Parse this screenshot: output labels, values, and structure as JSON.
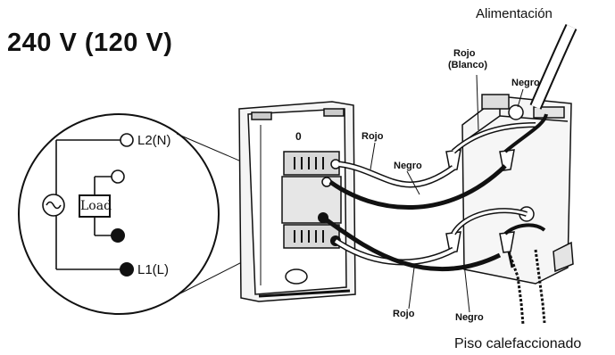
{
  "title": "240 V (120 V)",
  "labels": {
    "supply": "Alimentación",
    "heated_floor": "Piso calefaccionado",
    "red_white": "Rojo\n(Blanco)",
    "red_white_line1": "Rojo",
    "red_white_line2": "(Blanco)",
    "black_top": "Negro",
    "red_left": "Rojo",
    "black_middle": "Negro",
    "red_bottom": "Rojo",
    "black_bottom": "Negro"
  },
  "schematic": {
    "l2": "L2(N)",
    "l1": "L1(L)",
    "load": "Load"
  },
  "thermostat": {
    "display": "0"
  }
}
